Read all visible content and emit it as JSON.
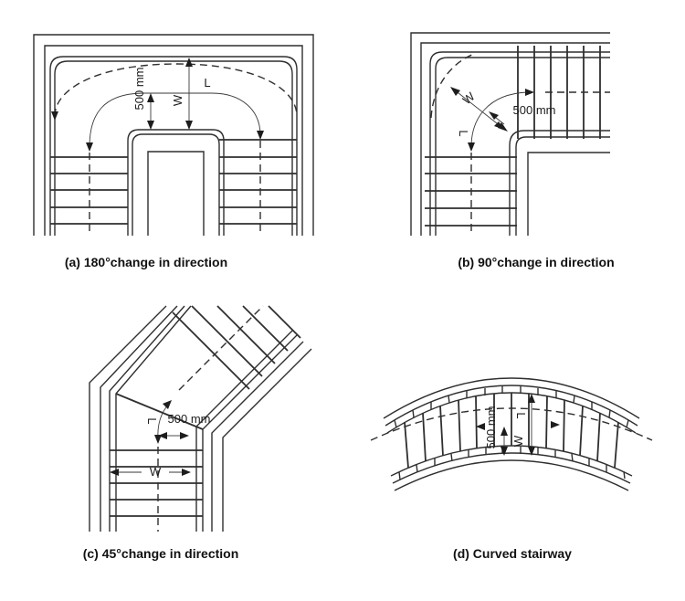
{
  "panels": {
    "a": {
      "caption": "(a) 180°change in direction",
      "labels": {
        "offset": "500 mm",
        "width": "W",
        "length": "L"
      }
    },
    "b": {
      "caption": "(b) 90°change in direction",
      "labels": {
        "offset": "500 mm",
        "width": "W",
        "length": "L"
      }
    },
    "c": {
      "caption": "(c) 45°change in direction",
      "labels": {
        "offset": "500 mm",
        "width": "W",
        "length": "L"
      }
    },
    "d": {
      "caption": "(d) Curved stairway",
      "labels": {
        "offset": "500 mm",
        "width": "W",
        "length": "L"
      }
    }
  }
}
